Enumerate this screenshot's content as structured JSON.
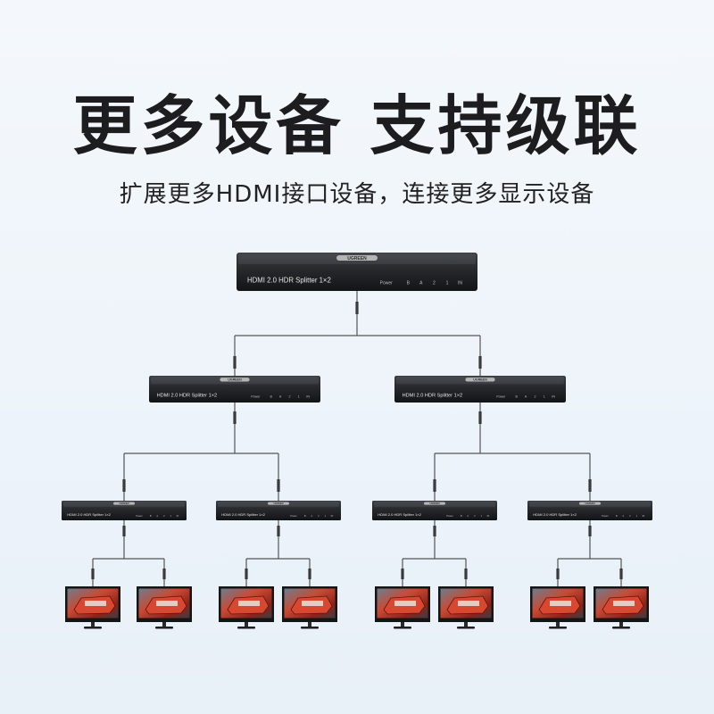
{
  "headline": "更多设备 支持级联",
  "subline": "扩展更多HDMI接口设备，连接更多显示设备",
  "splitter": {
    "model_label": "HDMI 2.0 HDR Splitter  1×2",
    "indicator_labels": [
      "Power",
      "B",
      "A",
      "2",
      "1",
      "IN"
    ],
    "logo_text": "UGREEN",
    "logo_color": "#c9c9c9",
    "body_color": "#2b2d31"
  },
  "topology": {
    "levels": [
      1,
      2,
      4
    ],
    "outputs_per_splitter": 2,
    "monitor_count": 8
  },
  "colors": {
    "background": "#edf3f9",
    "line": "#555555",
    "monitor_screen": "#b8362a",
    "monitor_frame": "#151515"
  }
}
